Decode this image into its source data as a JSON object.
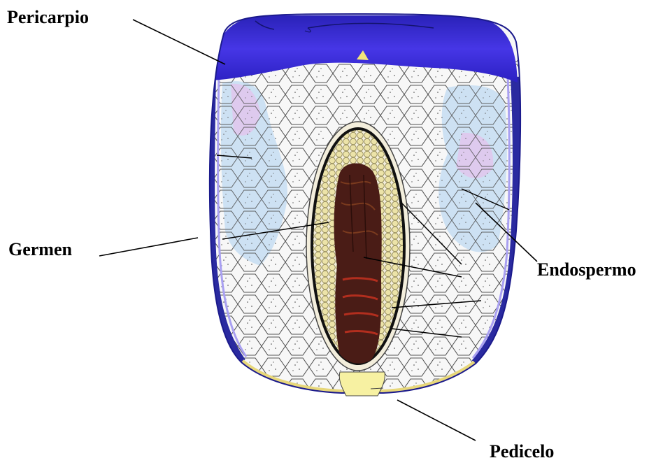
{
  "labels": {
    "pericarp": "Pericarpio",
    "germ": "Germen",
    "endosperm": "Endospermo",
    "pedicel": "Pedicelo"
  },
  "colors": {
    "pericarp": "#3c2fe0",
    "pericarp_dark": "#1b1a8c",
    "endosperm_white": "#f7f7f7",
    "endosperm_blue": "#c3dbf0",
    "endosperm_pink": "#e5c8ec",
    "germ_yellow": "#e6dca0",
    "embryo_dark": "#3a1a14",
    "pedicel": "#f6f0a0",
    "line": "#000000"
  }
}
